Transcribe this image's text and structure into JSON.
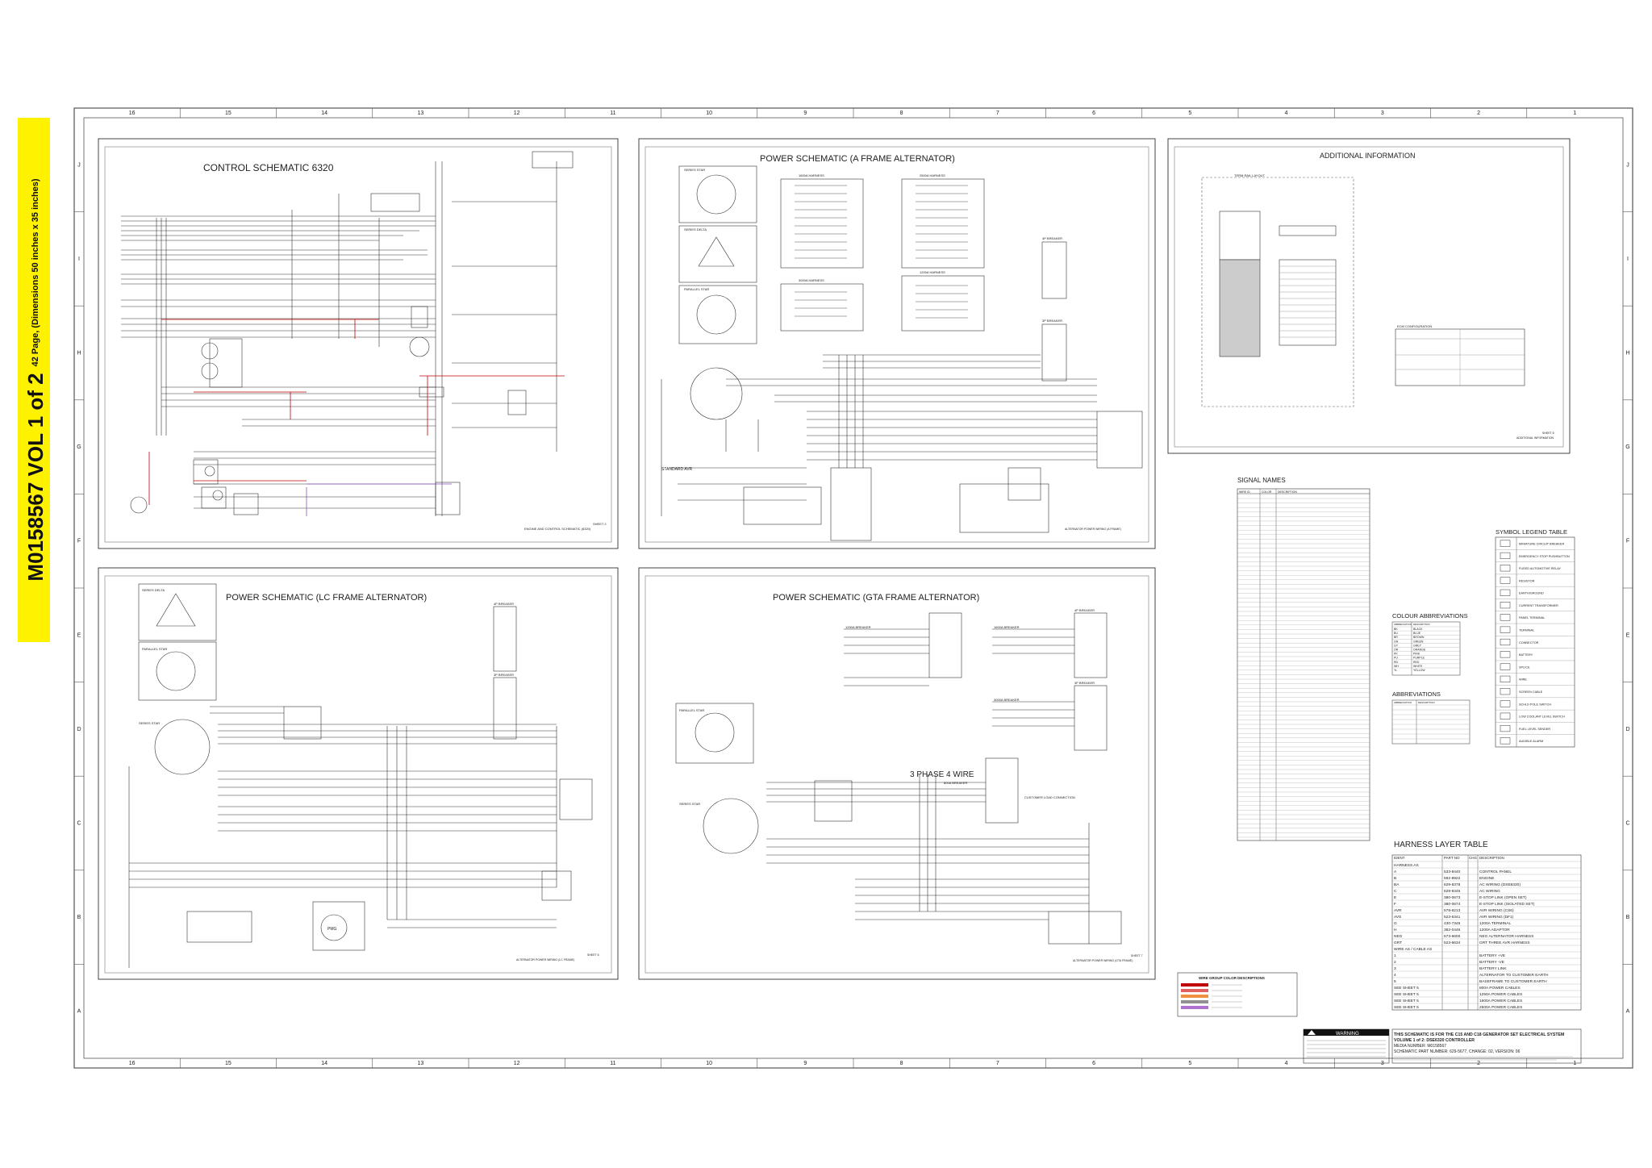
{
  "side_tab": {
    "title": "M0158567 VOL 1 of 2",
    "subtitle": "42 Page, (Dimensions 50 inches x 35 inches)",
    "color": "#fff200"
  },
  "border": {
    "columns": [
      "16",
      "15",
      "14",
      "13",
      "12",
      "11",
      "10",
      "9",
      "8",
      "7",
      "6",
      "5",
      "4",
      "3",
      "2",
      "1"
    ],
    "rows": [
      "J",
      "I",
      "H",
      "G",
      "F",
      "E",
      "D",
      "C",
      "B",
      "A"
    ]
  },
  "panels": {
    "control": {
      "title": "CONTROL SCHEMATIC 6320",
      "sheet": "SHEET 2",
      "caption": "ENGINE AND CONTROL SCHEMATIC (6320)"
    },
    "power_a": {
      "title": "POWER SCHEMATIC (A FRAME ALTERNATOR)",
      "labels": [
        "SERIES STAR",
        "SERIES DELTA",
        "PARALLEL STAR",
        "STANDARD AVR",
        "1600A HARNESS",
        "2500A HARNESS",
        "3000A HARNESS",
        "1200A HARNESS",
        "4P BREAKER",
        "3P BREAKER"
      ],
      "caption": "ALTERNATOR POWER WIRING (A FRAME)"
    },
    "additional": {
      "title": "ADDITIONAL INFORMATION",
      "terminal": "TERM RAIL LAYOUT",
      "ecm": "ECM CONFIGURATION",
      "sheet": "SHEET 8",
      "caption": "ADDITIONAL INFORMATION"
    },
    "power_lc": {
      "title": "POWER SCHEMATIC (LC FRAME ALTERNATOR)",
      "labels": [
        "SERIES DELTA",
        "PARALLEL STAR",
        "SERIES STAR",
        "4P BREAKER",
        "3P BREAKER",
        "PMG"
      ],
      "sheet": "SHEET 6",
      "caption": "ALTERNATOR POWER WIRING (LC FRAME)"
    },
    "power_gta": {
      "title": "POWER SCHEMATIC (GTA FRAME ALTERNATOR)",
      "labels": [
        "PARALLEL STAR",
        "SERIES STAR",
        "1250A BREAKER",
        "1600A BREAKER",
        "3000A BREAKER",
        "4P BREAKER",
        "3P BREAKER",
        "CUSTOMER LOAD CONNECTION"
      ],
      "sub": "3 PHASE 4 WIRE",
      "sub2": "800A BREAKER",
      "sheet": "SHEET 7",
      "caption": "ALTERNATOR POWER WIRING (GTA FRAME)"
    }
  },
  "signal_names": {
    "title": "SIGNAL NAMES",
    "headers": [
      "WIRE ID",
      "COLOR",
      "DESCRIPTION"
    ]
  },
  "colour_abbreviations": {
    "title": "COLOUR ABBREVIATIONS",
    "headers": [
      "ABBREVIATION",
      "DESCRIPTION"
    ],
    "rows": [
      [
        "BK",
        "BLACK"
      ],
      [
        "BU",
        "BLUE"
      ],
      [
        "BR",
        "BROWN"
      ],
      [
        "GN",
        "GREEN"
      ],
      [
        "GY",
        "GREY"
      ],
      [
        "OR",
        "ORANGE"
      ],
      [
        "PK",
        "PINK"
      ],
      [
        "PU",
        "PURPLE"
      ],
      [
        "RD",
        "RED"
      ],
      [
        "WH",
        "WHITE"
      ],
      [
        "YL",
        "YELLOW"
      ]
    ]
  },
  "abbreviations": {
    "title": "ABBREVIATIONS",
    "headers": [
      "ABBREVIATION",
      "DESCRIPTION"
    ]
  },
  "symbol_legend": {
    "title": "SYMBOL LEGEND TABLE",
    "items": [
      "MINIATURE CIRCUIT BREAKER",
      "EMERGENCY STOP PUSHBUTTON",
      "FUSED AUTOMOTIVE RELAY",
      "RESISTOR",
      "EARTH/GROUND",
      "CURRENT TRANSFORMER",
      "PANEL TERMINAL",
      "TERMINAL",
      "CONNECTOR",
      "BATTERY",
      "SPLICE",
      "WIRE",
      "SCREEN CABLE",
      "SCHLD POLE SWITCH",
      "LOW COOLANT LEVEL SWITCH",
      "FUEL LEVEL SENDER",
      "AUDIBLE ALARM"
    ]
  },
  "harness_layer": {
    "title": "HARNESS LAYER TABLE",
    "headers": [
      "IDENT",
      "PART NO",
      "CHG",
      "DESCRIPTION"
    ],
    "rows": [
      [
        "HARNESS AS",
        "",
        "",
        ""
      ],
      [
        "A",
        "533-8440",
        "",
        "CONTROL PANEL"
      ],
      [
        "B",
        "592-8922",
        "",
        "ENGINE"
      ],
      [
        "BA",
        "629-8378",
        "",
        "AC WIRING (DSE6320)"
      ],
      [
        "C",
        "629-8345",
        "",
        "AC WIRING"
      ],
      [
        "E",
        "380-0673",
        "",
        "E-STOP LINK (OPEN SET)"
      ],
      [
        "F",
        "380-0674",
        "",
        "E-STOP LINK (ISOLATED SET)"
      ],
      [
        "AVR",
        "578-6213",
        "",
        "AVR WIRING (CS6)"
      ],
      [
        "AVS",
        "523-6341",
        "",
        "AVR WIRING (DF1)"
      ],
      [
        "G",
        "430-7345",
        "",
        "1200A TERMINAL"
      ],
      [
        "H",
        "382-0446",
        "",
        "1200A ADAPTOR"
      ],
      [
        "NEG",
        "573-6600",
        "",
        "NEG ALTERNATOR HARNESS"
      ],
      [
        "GRT",
        "523-6634",
        "",
        "GRT THREE AVR HARNESS"
      ],
      [
        "WIRE AS / CABLE AS",
        "",
        "",
        ""
      ],
      [
        "1",
        "",
        "",
        "BATTERY +VE"
      ],
      [
        "2",
        "",
        "",
        "BATTERY -VE"
      ],
      [
        "3",
        "",
        "",
        "BATTERY LINK"
      ],
      [
        "4",
        "",
        "",
        "ALTERNATOR TO CUSTOMER EARTH"
      ],
      [
        "5",
        "",
        "",
        "BASEFRAME TO CUSTOMER EARTH"
      ],
      [
        "SEE SHEET 5",
        "",
        "",
        "800A POWER CABLES"
      ],
      [
        "SEE SHEET 5",
        "",
        "",
        "1250A POWER CABLES"
      ],
      [
        "SEE SHEET 5",
        "",
        "",
        "1600A POWER CABLES"
      ],
      [
        "SEE SHEET 5",
        "",
        "",
        "2500A POWER CABLES"
      ]
    ]
  },
  "wire_group": {
    "title": "WIRE GROUP COLOR DESCRIPTIONS",
    "colors": [
      "#c00000",
      "#e06060",
      "#f09040",
      "#909090",
      "#b070d0"
    ]
  },
  "warning": {
    "title": "WARNING"
  },
  "title_block": {
    "lines": [
      "THIS SCHEMATIC IS FOR THE C15 AND C18 GENERATOR SET ELECTRICAL SYSTEM",
      "VOLUME 1 of 2: DSE6320 CONTROLLER",
      "MEDIA NUMBER: M0158567",
      "SCHEMATIC PART NUMBER: 629-5677, CHANGE: 02, VERSION: 06"
    ]
  }
}
